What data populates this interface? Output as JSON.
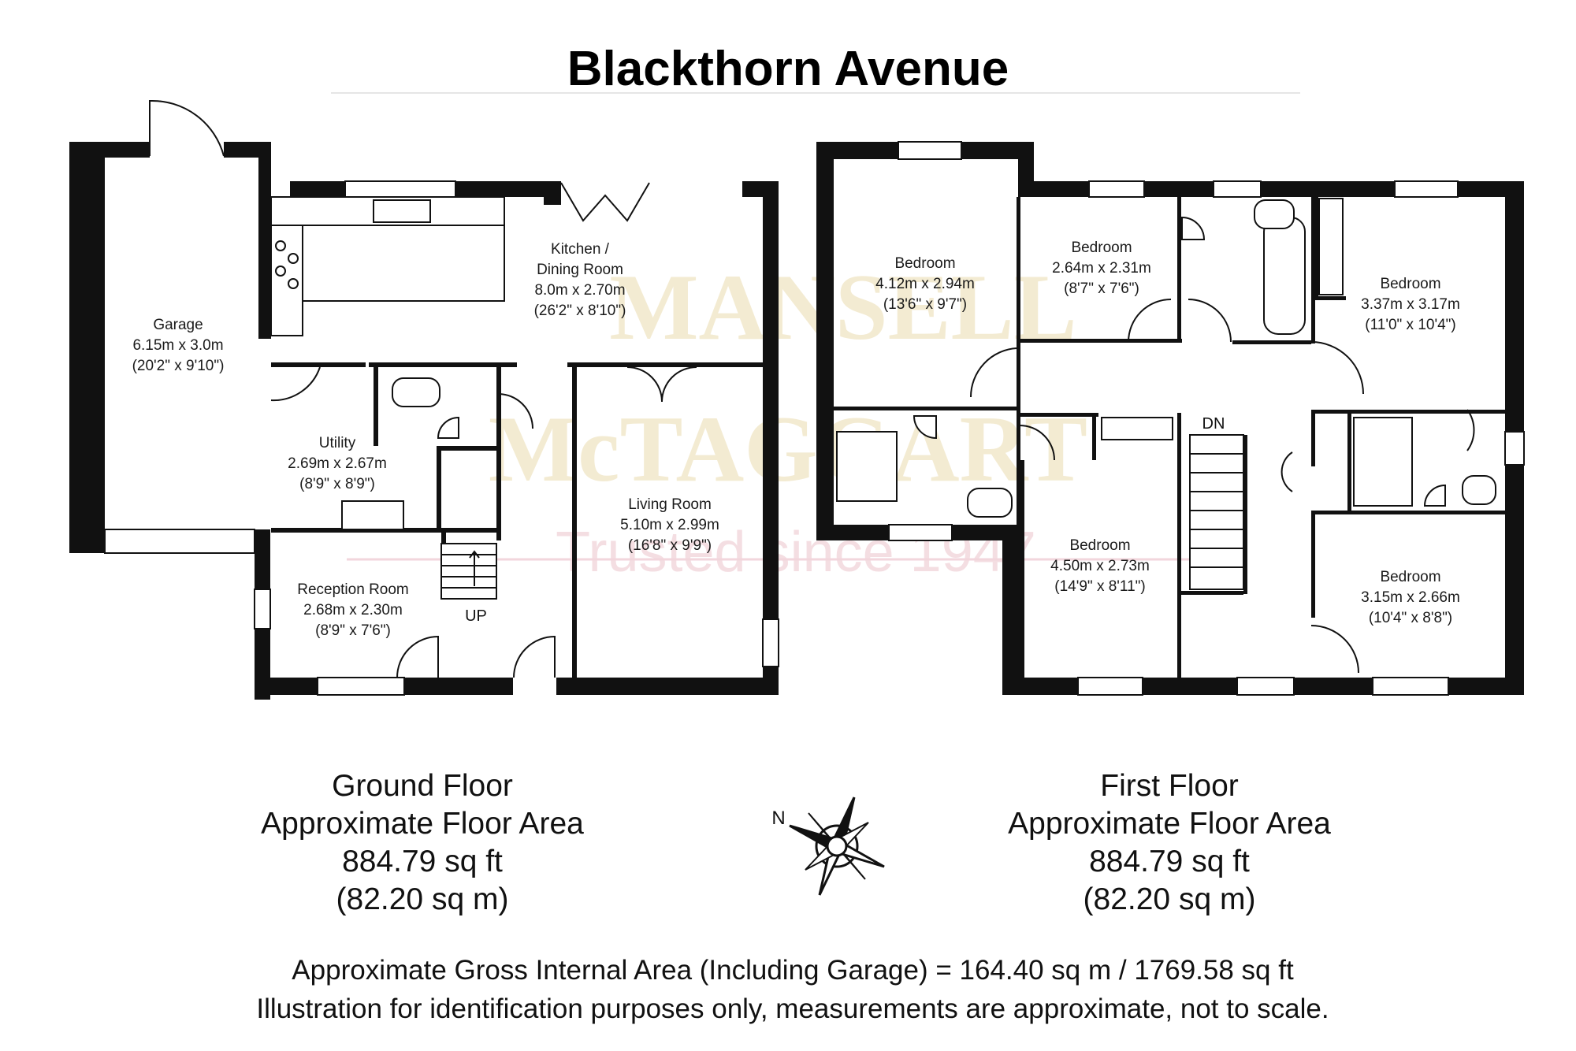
{
  "title": "Blackthorn Avenue",
  "watermark": {
    "brand_line1": "MANSELL",
    "brand_line2": "McTAGGART",
    "tagline": "Trusted since 1947"
  },
  "ground_floor": {
    "rooms": [
      {
        "name": "Garage",
        "metric": "6.15m x 3.0m",
        "imperial": "(20'2\" x 9'10\")"
      },
      {
        "name": "Kitchen /",
        "name2": "Dining Room",
        "metric": "8.0m x 2.70m",
        "imperial": "(26'2\" x 8'10\")"
      },
      {
        "name": "Utility",
        "metric": "2.69m x 2.67m",
        "imperial": "(8'9\" x 8'9\")"
      },
      {
        "name": "Living Room",
        "metric": "5.10m x 2.99m",
        "imperial": "(16'8\" x 9'9\")"
      },
      {
        "name": "Reception Room",
        "metric": "2.68m x 2.30m",
        "imperial": "(8'9\" x 7'6\")"
      }
    ],
    "stair_label": "UP",
    "area_title": "Ground Floor",
    "area_subtitle": "Approximate Floor Area",
    "area_sqft": "884.79 sq ft",
    "area_sqm": "(82.20 sq m)"
  },
  "first_floor": {
    "rooms": [
      {
        "name": "Bedroom",
        "metric": "4.12m x 2.94m",
        "imperial": "(13'6\" x 9'7\")"
      },
      {
        "name": "Bedroom",
        "metric": "2.64m x 2.31m",
        "imperial": "(8'7\" x 7'6\")"
      },
      {
        "name": "Bedroom",
        "metric": "3.37m x 3.17m",
        "imperial": "(11'0\" x 10'4\")"
      },
      {
        "name": "Bedroom",
        "metric": "4.50m x 2.73m",
        "imperial": "(14'9\" x 8'11\")"
      },
      {
        "name": "Bedroom",
        "metric": "3.15m x 2.66m",
        "imperial": "(10'4\" x 8'8\")"
      }
    ],
    "stair_label": "DN",
    "area_title": "First Floor",
    "area_subtitle": "Approximate Floor Area",
    "area_sqft": "884.79 sq ft",
    "area_sqm": "(82.20 sq m)"
  },
  "compass": {
    "label": "N"
  },
  "footer": {
    "gross_area": "Approximate Gross Internal Area (Including Garage) = 164.40 sq m / 1769.58 sq ft",
    "disclaimer": "Illustration for identification purposes only, measurements are approximate, not to scale."
  }
}
